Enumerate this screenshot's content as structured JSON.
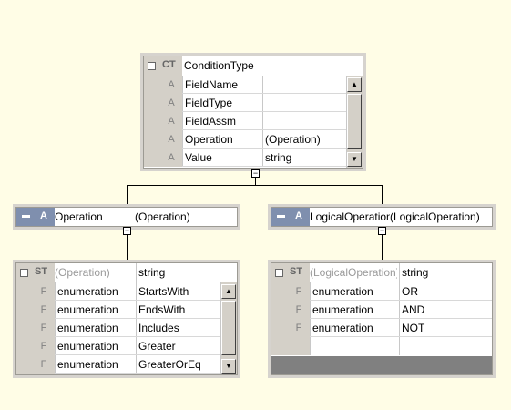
{
  "condition_type": {
    "badge": "CT",
    "title": "ConditionType",
    "rows": [
      {
        "icon": "A",
        "name": "FieldName",
        "type": ""
      },
      {
        "icon": "A",
        "name": "FieldType",
        "type": ""
      },
      {
        "icon": "A",
        "name": "FieldAssm",
        "type": ""
      },
      {
        "icon": "A",
        "name": "Operation",
        "type": "(Operation)"
      },
      {
        "icon": "A",
        "name": "Value",
        "type": "string"
      }
    ]
  },
  "operation_attr": {
    "badge": "A",
    "name": "Operation",
    "type": "(Operation)"
  },
  "logical_attr": {
    "badge": "A",
    "name": "LogicalOperation",
    "type": "(LogicalOperation)"
  },
  "operation_type": {
    "badge": "ST",
    "title": "(Operation)",
    "base": "string",
    "rows": [
      {
        "icon": "F",
        "facet": "enumeration",
        "value": "StartsWith"
      },
      {
        "icon": "F",
        "facet": "enumeration",
        "value": "EndsWith"
      },
      {
        "icon": "F",
        "facet": "enumeration",
        "value": "Includes"
      },
      {
        "icon": "F",
        "facet": "enumeration",
        "value": "Greater"
      },
      {
        "icon": "F",
        "facet": "enumeration",
        "value": "GreaterOrEq"
      }
    ]
  },
  "logical_type": {
    "badge": "ST",
    "title": "(LogicalOperation)",
    "base": "string",
    "rows": [
      {
        "icon": "F",
        "facet": "enumeration",
        "value": "OR"
      },
      {
        "icon": "F",
        "facet": "enumeration",
        "value": "AND"
      },
      {
        "icon": "F",
        "facet": "enumeration",
        "value": "NOT"
      }
    ]
  }
}
